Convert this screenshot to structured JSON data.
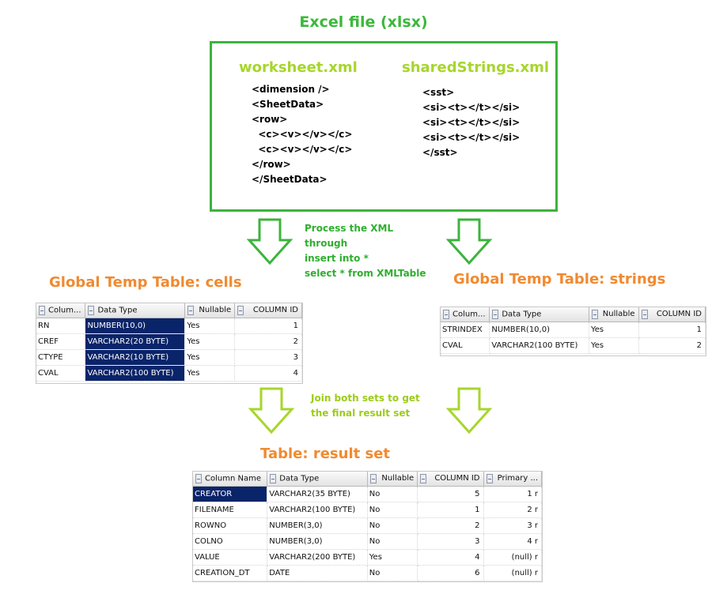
{
  "title": "Excel file (xlsx)",
  "worksheet": {
    "title": "worksheet.xml",
    "lines": [
      "<dimension />",
      "<SheetData>",
      "<row>",
      "  <c><v></v></c>",
      "  <c><v></v></c>",
      "</row>",
      "</SheetData>"
    ]
  },
  "shared_strings": {
    "title": "sharedStrings.xml",
    "lines": [
      "<sst>",
      "<si><t></t></si>",
      "<si><t></t></si>",
      "<si><t></t></si>",
      "</sst>"
    ]
  },
  "process_note": [
    "Process the XML",
    "through",
    "insert into *",
    "select * from XMLTable"
  ],
  "join_note": [
    "Join both sets to get",
    "the final result set"
  ],
  "cells_table": {
    "title": "Global Temp Table: cells",
    "headers": [
      "Colum...",
      "Data Type",
      "Nullable",
      "COLUMN ID"
    ],
    "rows": [
      [
        "RN",
        "NUMBER(10,0)",
        "Yes",
        "1"
      ],
      [
        "CREF",
        "VARCHAR2(20 BYTE)",
        "Yes",
        "2"
      ],
      [
        "CTYPE",
        "VARCHAR2(10 BYTE)",
        "Yes",
        "3"
      ],
      [
        "CVAL",
        "VARCHAR2(100 BYTE)",
        "Yes",
        "4"
      ]
    ]
  },
  "strings_table": {
    "title": "Global Temp Table: strings",
    "headers": [
      "Colum...",
      "Data Type",
      "Nullable",
      "COLUMN ID"
    ],
    "rows": [
      [
        "STRINDEX",
        "NUMBER(10,0)",
        "Yes",
        "1"
      ],
      [
        "CVAL",
        "VARCHAR2(100 BYTE)",
        "Yes",
        "2"
      ]
    ]
  },
  "result_table": {
    "title": "Table: result set",
    "headers": [
      "Column Name",
      "Data Type",
      "Nullable",
      "COLUMN ID",
      "Primary ..."
    ],
    "rows": [
      [
        "CREATOR",
        "VARCHAR2(35 BYTE)",
        "No",
        "5",
        "1 r"
      ],
      [
        "FILENAME",
        "VARCHAR2(100 BYTE)",
        "No",
        "1",
        "2 r"
      ],
      [
        "ROWNO",
        "NUMBER(3,0)",
        "No",
        "2",
        "3 r"
      ],
      [
        "COLNO",
        "NUMBER(3,0)",
        "No",
        "3",
        "4 r"
      ],
      [
        "VALUE",
        "VARCHAR2(200 BYTE)",
        "Yes",
        "4",
        "(null) r"
      ],
      [
        "CREATION_DT",
        "DATE",
        "No",
        "6",
        "(null) r"
      ]
    ]
  },
  "colors": {
    "green": "#3db33d",
    "lime": "#a6d62b",
    "orange": "#f08a30",
    "selection": "#0a246a"
  }
}
